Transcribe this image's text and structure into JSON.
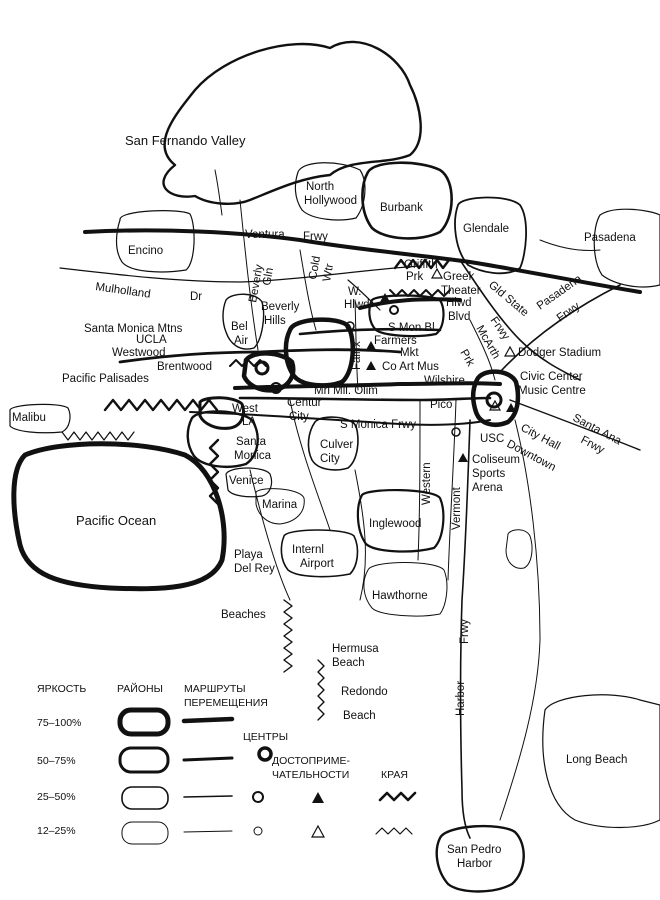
{
  "map": {
    "districts": {
      "san_fernando_valley": "San Fernando Valley",
      "north_hollywood": [
        "North",
        "Hollywood"
      ],
      "burbank": "Burbank",
      "glendale": "Glendale",
      "pasadena": "Pasadena",
      "encino": "Encino",
      "bel_air": [
        "Bel",
        "Air"
      ],
      "beverly_hills": [
        "Beverly",
        "Hills"
      ],
      "westwood": "Westwood",
      "brentwood": "Brentwood",
      "pacific_palisades": "Pacific Palisades",
      "malibu": "Malibu",
      "west_la": [
        "West",
        "LA"
      ],
      "santa_monica": [
        "Santa",
        "Monica"
      ],
      "venice": "Venice",
      "marina": "Marina",
      "playa_del_rey": [
        "Playa",
        "Del Rey"
      ],
      "culver_city": [
        "Culver",
        "City"
      ],
      "centur_city": [
        "Centur",
        "City"
      ],
      "pacific_ocean": "Pacific Ocean",
      "inglewood": "Inglewood",
      "hawthorne": "Hawthorne",
      "internl_airport": [
        "Internl",
        "Airport"
      ],
      "beaches": "Beaches",
      "hermusa_beach": [
        "Hermusa",
        "Beach"
      ],
      "redondo_beach": [
        "Redondo",
        "Beach"
      ],
      "long_beach": "Long Beach",
      "san_pedro_harbor": [
        "San Pedro",
        "Harbor"
      ],
      "usc": "USC",
      "downtown": "Downtown",
      "civic_center": "Civic Center",
      "music_centre": "Music Centre",
      "city_hall": "City Hall"
    },
    "roads": {
      "ventura_frwy": [
        "Ventura",
        "Frwy"
      ],
      "mulholland_dr": [
        "Mulholland",
        "Dr"
      ],
      "santa_monica_mtns": "Santa Monica Mtns",
      "beverly_gln": [
        "Beverly",
        "Gln"
      ],
      "coldwtr": [
        "Cold",
        "Wtr"
      ],
      "w_hlwd": [
        "W.",
        "Hlwd"
      ],
      "hlwd_blvd": [
        "Hlwd",
        "Blvd"
      ],
      "s_mon_bl": "S Mon Bl",
      "fairfx": "Fairfx",
      "mcarth_prk": [
        "McArth",
        "Prk"
      ],
      "wilshire": "Wilshire",
      "mrl_mil_olim": "Mrl Mil. Olim",
      "pico": "Pico",
      "s_monica_frwy": "S Monica Frwy",
      "western": "Western",
      "vermont": "Vermont",
      "harbor_frwy": [
        "Frwy",
        "Harbor"
      ],
      "gld_state_frwy": [
        "Gld State",
        "Frwy"
      ],
      "pasadena_frwy": [
        "Pasadena",
        "Frwy"
      ],
      "santa_ana_frwy": [
        "Santa Ana",
        "Frwy"
      ]
    },
    "landmarks": {
      "ucla": "UCLA",
      "griffith_prk": [
        "Griffith",
        "Prk"
      ],
      "greek_theater": [
        "Greek",
        "Theater"
      ],
      "farmers_mkt": [
        "Farmers",
        "Mkt"
      ],
      "co_art_mus": "Co Art Mus",
      "dodger_stadium": "Dodger Stadium",
      "coliseum_sports_arena": [
        "Coliseum",
        "Sports",
        "Arena"
      ]
    }
  },
  "legend": {
    "brightness_header": "ЯРКОСТЬ",
    "districts_header": "РАЙОНЫ",
    "routes_header": [
      "МАРШРУТЫ",
      "ПЕРЕМЕЩЕНИЯ"
    ],
    "centers_header": "ЦЕНТРЫ",
    "landmarks_header": [
      "ДОСТОПРИМЕ-",
      "ЧАТЕЛЬНОСТИ"
    ],
    "edges_header": "КРАЯ",
    "levels": [
      "75–100%",
      "50–75%",
      "25–50%",
      "12–25%"
    ]
  }
}
